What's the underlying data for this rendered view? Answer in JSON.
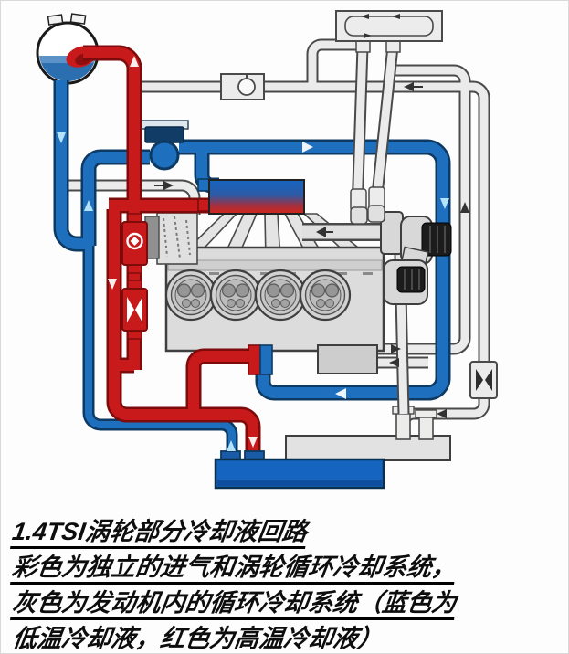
{
  "diagram": {
    "title_lines": [
      "1.4TSI涡轮部分冷却液回路",
      "彩色为独立的进气和涡轮循环冷却系统，",
      "灰色为发动机内的循环冷却系统（蓝色为",
      "低温冷却液，红色为高温冷却液）"
    ],
    "legend": {
      "blue_meaning": "低温冷却液",
      "red_meaning": "高温冷却液",
      "colored_circuit": "独立的进气和涡轮循环冷却系统",
      "gray_circuit": "发动机内的循环冷却系统"
    },
    "colors": {
      "hot_coolant_red": "#c8191b",
      "hot_coolant_outline": "#7e0b0b",
      "cold_coolant_blue": "#1e6fbe",
      "cold_coolant_outline": "#0d3a63",
      "engine_circuit_gray": "#ebebeb",
      "pipe_outline_gray": "#4a4a4a",
      "radiator_blue": "#1565c0",
      "engine_gray": "#dcdcdc"
    },
    "components": [
      "expansion-tank",
      "coolant-pump",
      "thermostat-housing",
      "red-control-valve",
      "red-check-valve",
      "gray-check-valve",
      "charge-air-cooler",
      "engine-block",
      "cylinders",
      "turbocharger",
      "heater-core",
      "oil-cooler",
      "low-temp-radiator",
      "main-radiator"
    ]
  }
}
